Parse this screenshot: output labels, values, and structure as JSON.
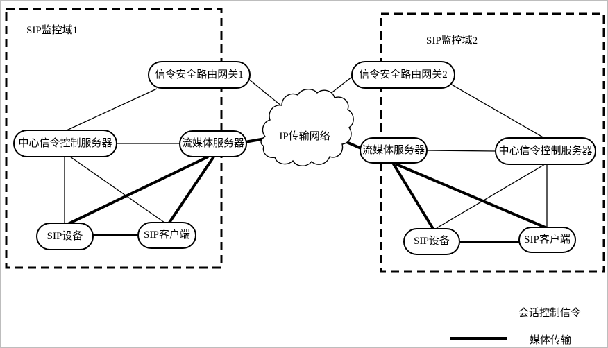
{
  "figure": {
    "domains": [
      {
        "id": "d1",
        "label": "SIP监控域1"
      },
      {
        "id": "d2",
        "label": "SIP监控域2"
      }
    ],
    "cloud": {
      "id": "cloud",
      "label": "IP传输网络"
    },
    "nodes": [
      {
        "id": "gw1",
        "label": "信令安全路由网关1"
      },
      {
        "id": "ccs1",
        "label": "中心信令控制服务器"
      },
      {
        "id": "sms1",
        "label": "流媒体服务器"
      },
      {
        "id": "dev1",
        "label": "SIP设备"
      },
      {
        "id": "cli1",
        "label": "SIP客户端"
      },
      {
        "id": "gw2",
        "label": "信令安全路由网关2"
      },
      {
        "id": "sms2",
        "label": "流媒体服务器"
      },
      {
        "id": "ccs2",
        "label": "中心信令控制服务器"
      },
      {
        "id": "dev2",
        "label": "SIP设备"
      },
      {
        "id": "cli2",
        "label": "SIP客户端"
      }
    ],
    "edges": [
      {
        "from": "gw1",
        "to": "ccs1",
        "type": "signaling"
      },
      {
        "from": "gw1",
        "to": "cloud",
        "type": "signaling"
      },
      {
        "from": "ccs1",
        "to": "sms1",
        "type": "signaling"
      },
      {
        "from": "ccs1",
        "to": "dev1",
        "type": "signaling"
      },
      {
        "from": "ccs1",
        "to": "cli1",
        "type": "signaling"
      },
      {
        "from": "sms1",
        "to": "cloud",
        "type": "media"
      },
      {
        "from": "sms1",
        "to": "dev1",
        "type": "media"
      },
      {
        "from": "sms1",
        "to": "cli1",
        "type": "media"
      },
      {
        "from": "dev1",
        "to": "cli1",
        "type": "media"
      },
      {
        "from": "gw2",
        "to": "cloud",
        "type": "signaling"
      },
      {
        "from": "gw2",
        "to": "ccs2",
        "type": "signaling"
      },
      {
        "from": "sms2",
        "to": "cloud",
        "type": "media"
      },
      {
        "from": "sms2",
        "to": "ccs2",
        "type": "signaling"
      },
      {
        "from": "sms2",
        "to": "dev2",
        "type": "media"
      },
      {
        "from": "sms2",
        "to": "cli2",
        "type": "media"
      },
      {
        "from": "ccs2",
        "to": "dev2",
        "type": "signaling"
      },
      {
        "from": "ccs2",
        "to": "cli2",
        "type": "signaling"
      },
      {
        "from": "dev2",
        "to": "cli2",
        "type": "media"
      }
    ],
    "legend": {
      "items": [
        {
          "type": "signaling",
          "label": "会话控制信令"
        },
        {
          "type": "media",
          "label": "媒体传输"
        }
      ]
    },
    "colors": {
      "line": "#000000",
      "node_fill": "#ffffff",
      "background": "#ffffff",
      "canvas_border": "#bdbdbd"
    }
  }
}
